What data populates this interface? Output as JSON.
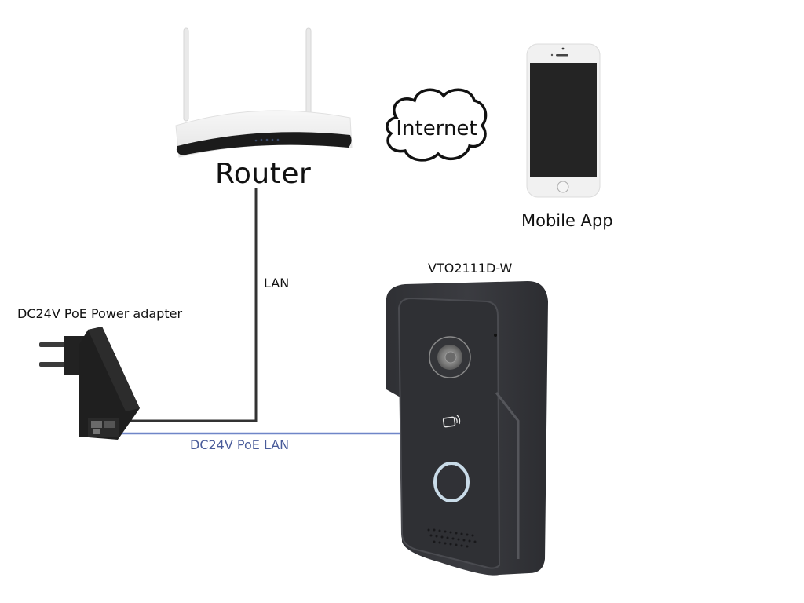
{
  "diagram": {
    "nodes": {
      "router": {
        "label": "Router",
        "icon": "router-icon"
      },
      "internet": {
        "label": "Internet",
        "icon": "cloud-icon"
      },
      "mobile": {
        "label": "Mobile App",
        "icon": "smartphone-icon"
      },
      "adapter": {
        "label": "DC24V PoE Power adapter",
        "icon": "poe-adapter-icon"
      },
      "doorbell": {
        "label": "VTO2111D-W",
        "icon": "video-doorbell-icon"
      }
    },
    "edges": [
      {
        "from": "router",
        "to": "adapter",
        "label": "LAN",
        "color": "#333333"
      },
      {
        "from": "adapter",
        "to": "doorbell",
        "label": "DC24V PoE LAN",
        "color": "#6f86c8"
      }
    ],
    "colors": {
      "lan_line": "#333333",
      "poe_line": "#6f86c8",
      "poe_label": "#4a5c9a",
      "device_body": "#3a3b3f",
      "device_face": "#2e2f33",
      "ring_light": "#c9dbe8"
    }
  }
}
